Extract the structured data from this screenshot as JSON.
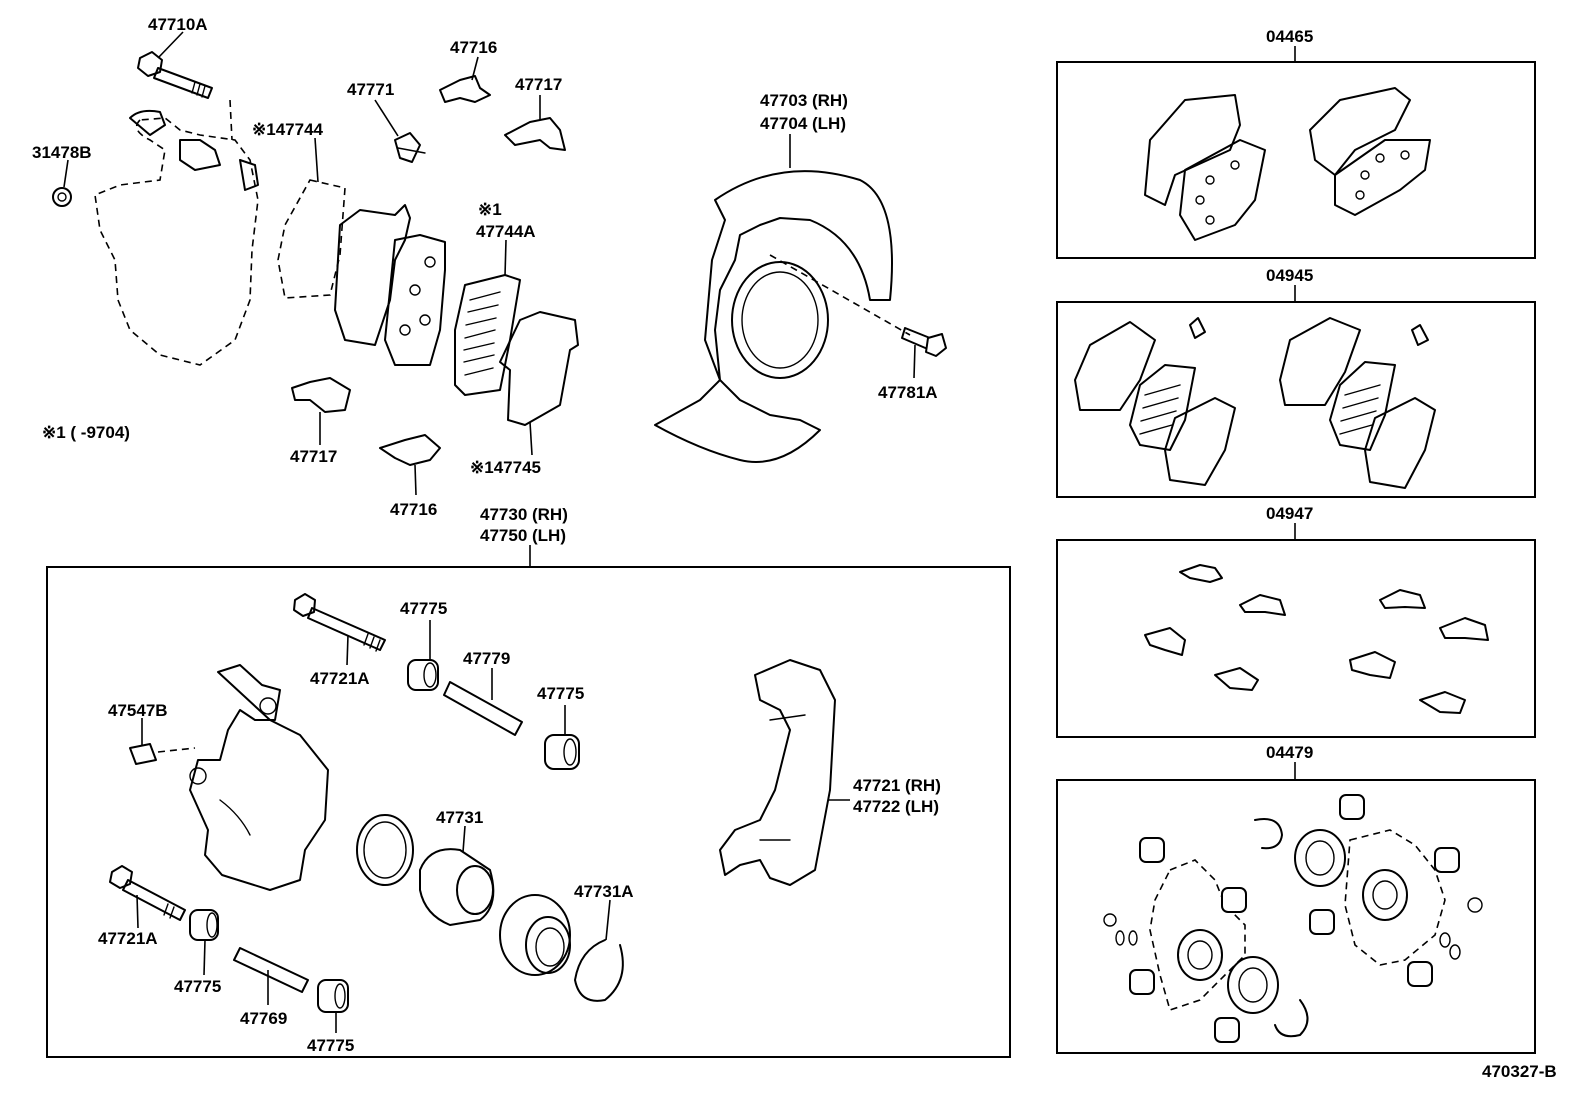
{
  "diagram_code": "470327-B",
  "note": "※1 (       -9704)",
  "labels": {
    "l47710A": "47710A",
    "l31478B": "31478B",
    "l147744": "※147744",
    "l47771": "47771",
    "l47716_top": "47716",
    "l47717_top": "47717",
    "l1_mark": "※1",
    "l47744A": "47744A",
    "l47717_bot": "47717",
    "l47716_bot": "47716",
    "l147745": "※147745",
    "l47703": "47703 (RH)",
    "l47704": "47704 (LH)",
    "l47781A": "47781A",
    "l47730": "47730 (RH)",
    "l47750": "47750 (LH)",
    "l47775_a": "47775",
    "l47779": "47779",
    "l47775_b": "47775",
    "l47721A_top": "47721A",
    "l47547B": "47547B",
    "l47731": "47731",
    "l47731A": "47731A",
    "l47721A_bot": "47721A",
    "l47775_c": "47775",
    "l47769": "47769",
    "l47775_d": "47775",
    "l47721": "47721 (RH)",
    "l47722": "47722 (LH)"
  },
  "kits": [
    {
      "code": "04465"
    },
    {
      "code": "04945"
    },
    {
      "code": "04947"
    },
    {
      "code": "04479"
    }
  ]
}
